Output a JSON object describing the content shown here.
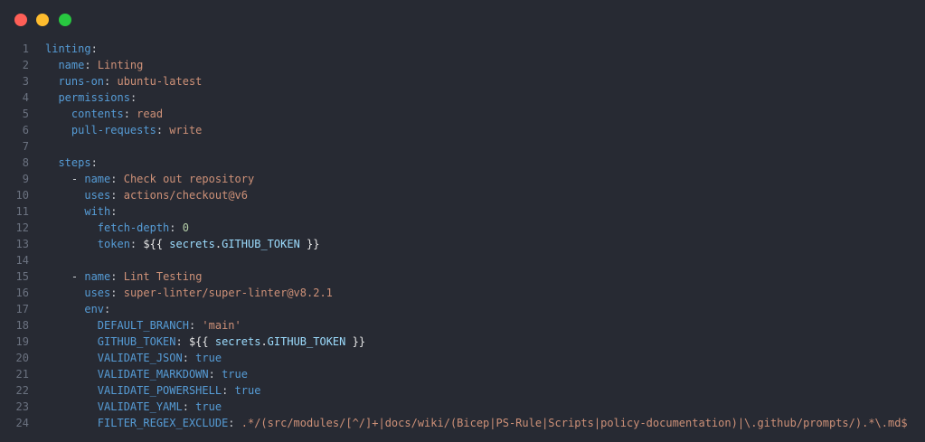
{
  "window": {
    "controls": [
      {
        "name": "close",
        "color": "#ff5f57"
      },
      {
        "name": "minimize",
        "color": "#febc2e"
      },
      {
        "name": "maximize",
        "color": "#28c840"
      }
    ],
    "background": "#272a33"
  },
  "theme": {
    "key": "#569cd6",
    "string": "#ce9178",
    "number": "#b5cea8",
    "boolean": "#569cd6",
    "punctuation": "#c9ccd1",
    "variable": "#9cdcfe",
    "line_number": "#6b7280"
  },
  "code": {
    "language": "yaml",
    "lines": [
      {
        "n": "1",
        "tokens": [
          [
            "key",
            "linting"
          ],
          [
            "punct",
            ":"
          ]
        ]
      },
      {
        "n": "2",
        "tokens": [
          [
            "punct",
            "  "
          ],
          [
            "key",
            "name"
          ],
          [
            "punct",
            ": "
          ],
          [
            "str",
            "Linting"
          ]
        ]
      },
      {
        "n": "3",
        "tokens": [
          [
            "punct",
            "  "
          ],
          [
            "key",
            "runs-on"
          ],
          [
            "punct",
            ": "
          ],
          [
            "str",
            "ubuntu-latest"
          ]
        ]
      },
      {
        "n": "4",
        "tokens": [
          [
            "punct",
            "  "
          ],
          [
            "key",
            "permissions"
          ],
          [
            "punct",
            ":"
          ]
        ]
      },
      {
        "n": "5",
        "tokens": [
          [
            "punct",
            "    "
          ],
          [
            "key",
            "contents"
          ],
          [
            "punct",
            ": "
          ],
          [
            "str",
            "read"
          ]
        ]
      },
      {
        "n": "6",
        "tokens": [
          [
            "punct",
            "    "
          ],
          [
            "key",
            "pull-requests"
          ],
          [
            "punct",
            ": "
          ],
          [
            "str",
            "write"
          ]
        ]
      },
      {
        "n": "7",
        "tokens": []
      },
      {
        "n": "8",
        "tokens": [
          [
            "punct",
            "  "
          ],
          [
            "key",
            "steps"
          ],
          [
            "punct",
            ":"
          ]
        ]
      },
      {
        "n": "9",
        "tokens": [
          [
            "punct",
            "    - "
          ],
          [
            "key",
            "name"
          ],
          [
            "punct",
            ": "
          ],
          [
            "str",
            "Check out repository"
          ]
        ]
      },
      {
        "n": "10",
        "tokens": [
          [
            "punct",
            "      "
          ],
          [
            "key",
            "uses"
          ],
          [
            "punct",
            ": "
          ],
          [
            "str",
            "actions/checkout@v6"
          ]
        ]
      },
      {
        "n": "11",
        "tokens": [
          [
            "punct",
            "      "
          ],
          [
            "key",
            "with"
          ],
          [
            "punct",
            ":"
          ]
        ]
      },
      {
        "n": "12",
        "tokens": [
          [
            "punct",
            "        "
          ],
          [
            "key",
            "fetch-depth"
          ],
          [
            "punct",
            ": "
          ],
          [
            "num",
            "0"
          ]
        ]
      },
      {
        "n": "13",
        "tokens": [
          [
            "punct",
            "        "
          ],
          [
            "key",
            "token"
          ],
          [
            "punct",
            ": "
          ],
          [
            "expr",
            "${{ "
          ],
          [
            "var",
            "secrets"
          ],
          [
            "expr",
            "."
          ],
          [
            "var",
            "GITHUB_TOKEN"
          ],
          [
            "expr",
            " }}"
          ]
        ]
      },
      {
        "n": "14",
        "tokens": []
      },
      {
        "n": "15",
        "tokens": [
          [
            "punct",
            "    - "
          ],
          [
            "key",
            "name"
          ],
          [
            "punct",
            ": "
          ],
          [
            "str",
            "Lint Testing"
          ]
        ]
      },
      {
        "n": "16",
        "tokens": [
          [
            "punct",
            "      "
          ],
          [
            "key",
            "uses"
          ],
          [
            "punct",
            ": "
          ],
          [
            "str",
            "super-linter/super-linter@v8.2.1"
          ]
        ]
      },
      {
        "n": "17",
        "tokens": [
          [
            "punct",
            "      "
          ],
          [
            "key",
            "env"
          ],
          [
            "punct",
            ":"
          ]
        ]
      },
      {
        "n": "18",
        "tokens": [
          [
            "punct",
            "        "
          ],
          [
            "key",
            "DEFAULT_BRANCH"
          ],
          [
            "punct",
            ": "
          ],
          [
            "str",
            "'main'"
          ]
        ]
      },
      {
        "n": "19",
        "tokens": [
          [
            "punct",
            "        "
          ],
          [
            "key",
            "GITHUB_TOKEN"
          ],
          [
            "punct",
            ": "
          ],
          [
            "expr",
            "${{ "
          ],
          [
            "var",
            "secrets"
          ],
          [
            "expr",
            "."
          ],
          [
            "var",
            "GITHUB_TOKEN"
          ],
          [
            "expr",
            " }}"
          ]
        ]
      },
      {
        "n": "20",
        "tokens": [
          [
            "punct",
            "        "
          ],
          [
            "key",
            "VALIDATE_JSON"
          ],
          [
            "punct",
            ": "
          ],
          [
            "bool",
            "true"
          ]
        ]
      },
      {
        "n": "21",
        "tokens": [
          [
            "punct",
            "        "
          ],
          [
            "key",
            "VALIDATE_MARKDOWN"
          ],
          [
            "punct",
            ": "
          ],
          [
            "bool",
            "true"
          ]
        ]
      },
      {
        "n": "22",
        "tokens": [
          [
            "punct",
            "        "
          ],
          [
            "key",
            "VALIDATE_POWERSHELL"
          ],
          [
            "punct",
            ": "
          ],
          [
            "bool",
            "true"
          ]
        ]
      },
      {
        "n": "23",
        "tokens": [
          [
            "punct",
            "        "
          ],
          [
            "key",
            "VALIDATE_YAML"
          ],
          [
            "punct",
            ": "
          ],
          [
            "bool",
            "true"
          ]
        ]
      },
      {
        "n": "24",
        "tokens": [
          [
            "punct",
            "        "
          ],
          [
            "key",
            "FILTER_REGEX_EXCLUDE"
          ],
          [
            "punct",
            ": "
          ],
          [
            "str",
            ".*/(src/modules/[^/]+|docs/wiki/(Bicep|PS-Rule|Scripts|policy-documentation)|\\.github/prompts/).*\\.md$"
          ]
        ]
      }
    ]
  }
}
